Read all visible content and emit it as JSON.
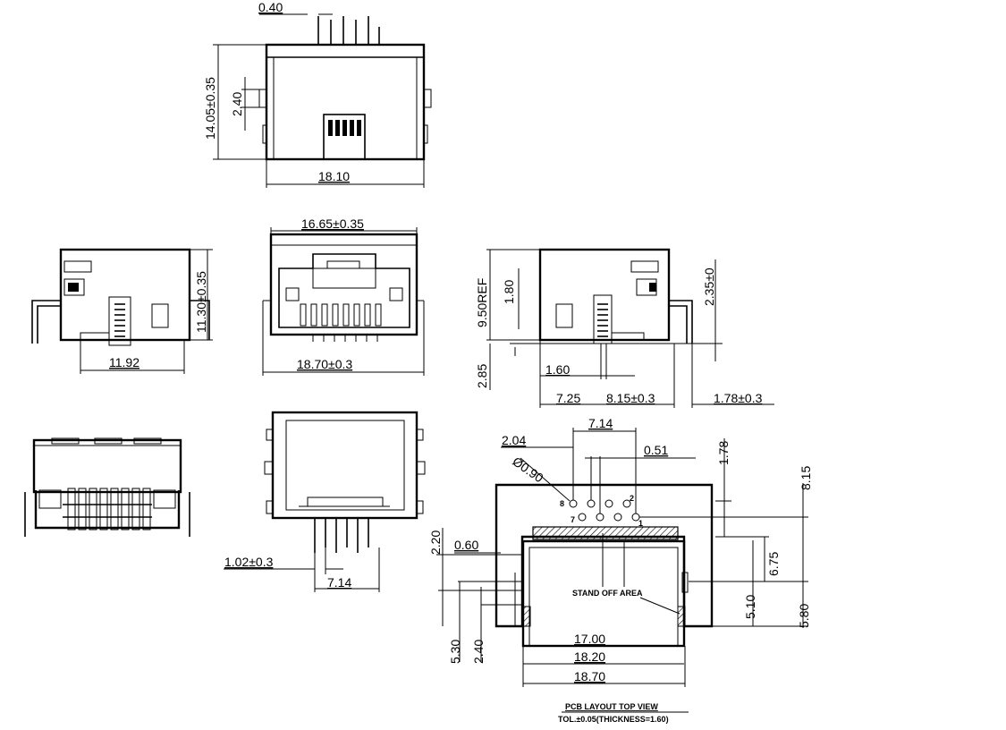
{
  "dimensions": {
    "top_lead_width": "0.40",
    "top_height": "14.05±0.35",
    "top_offset": "2.40",
    "top_width": "18.10",
    "front_width": "16.65±0.35",
    "front_lead_span": "18.70±0.3",
    "side_height": "11.30±0.35",
    "side_depth": "11.92",
    "right_ref": "9.50REF",
    "right_a": "1.80",
    "right_b": "2.35±0",
    "right_standoff": "2.85",
    "right_c": "1.60",
    "right_d": "7.25",
    "right_e": "8.15±0.3",
    "right_f": "1.78±0.3",
    "bottom_lead_offset": "1.02±0.3",
    "bottom_pitch_span": "7.14"
  },
  "pcb_layout": {
    "pitch_span": "7.14",
    "left_offset": "2.04",
    "pin_gap": "0.51",
    "hole_dia": "Ø0.90",
    "top_offset": "1.78",
    "right_total": "8.15",
    "left_a": "2.20",
    "left_b": "0.60",
    "center_c": "6.75",
    "center_d": "5.10",
    "right_e": "5.80",
    "left_c": "5.30",
    "left_d": "2.40",
    "width_a": "17.00",
    "width_b": "18.20",
    "width_c": "18.70",
    "standoff_label": "STAND OFF AREA",
    "pin_labels": [
      "8",
      "2",
      "7",
      "1"
    ],
    "title": "PCB LAYOUT TOP VIEW",
    "subtitle": "TOL.±0.05(THICKNESS=1.60)"
  }
}
